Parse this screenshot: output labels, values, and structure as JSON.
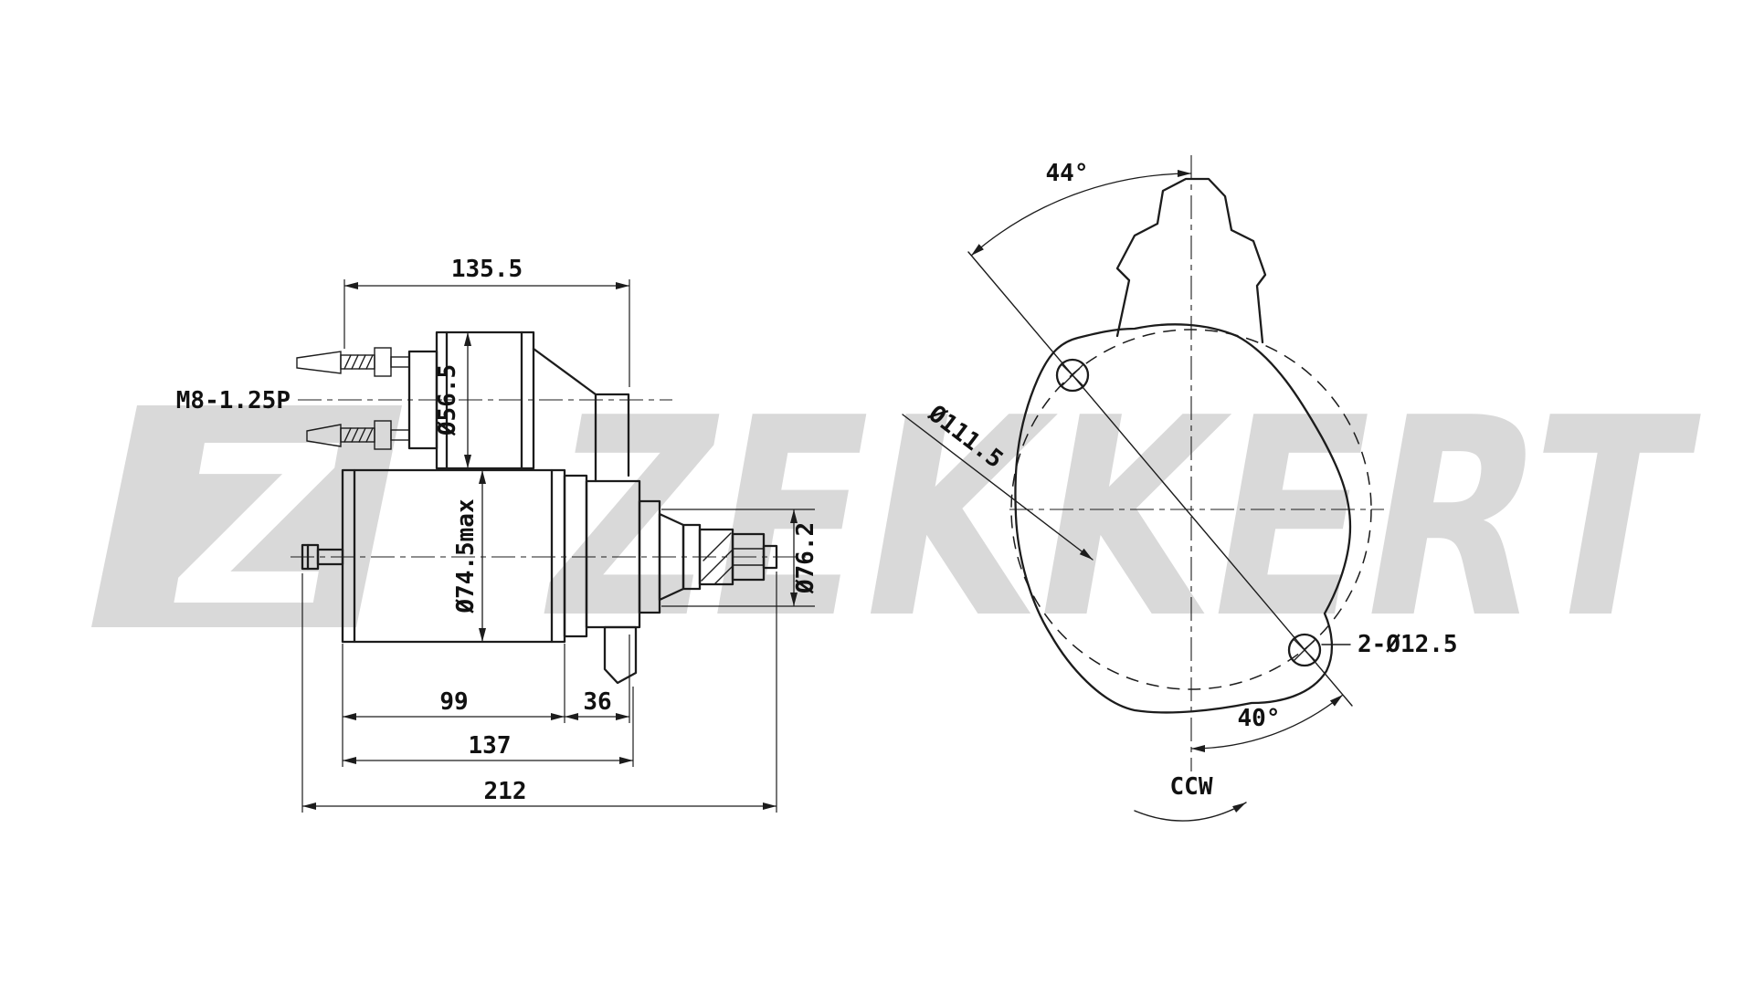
{
  "drawing": {
    "background": "#ffffff",
    "line_color": "#1c1c1c"
  },
  "watermark": {
    "logo_letter": "Z",
    "brand": "ZEKKERT",
    "color": "#d9d9d9",
    "logo_letter_color": "#ffffff"
  },
  "side_view": {
    "thread_label": "M8-1.25P",
    "solenoid_diameter": "Ø56.5",
    "body_diameter": "Ø74.5max",
    "pilot_diameter": "Ø76.2",
    "length_top": "135.5",
    "length_body": "99",
    "length_nose": "36",
    "length_mid": "137",
    "length_overall": "212"
  },
  "front_view": {
    "angle_top": "44°",
    "bolt_circle_diameter": "Ø111.5",
    "mounting_holes": "2-Ø12.5",
    "angle_bottom": "40°",
    "rotation_direction": "CCW"
  }
}
